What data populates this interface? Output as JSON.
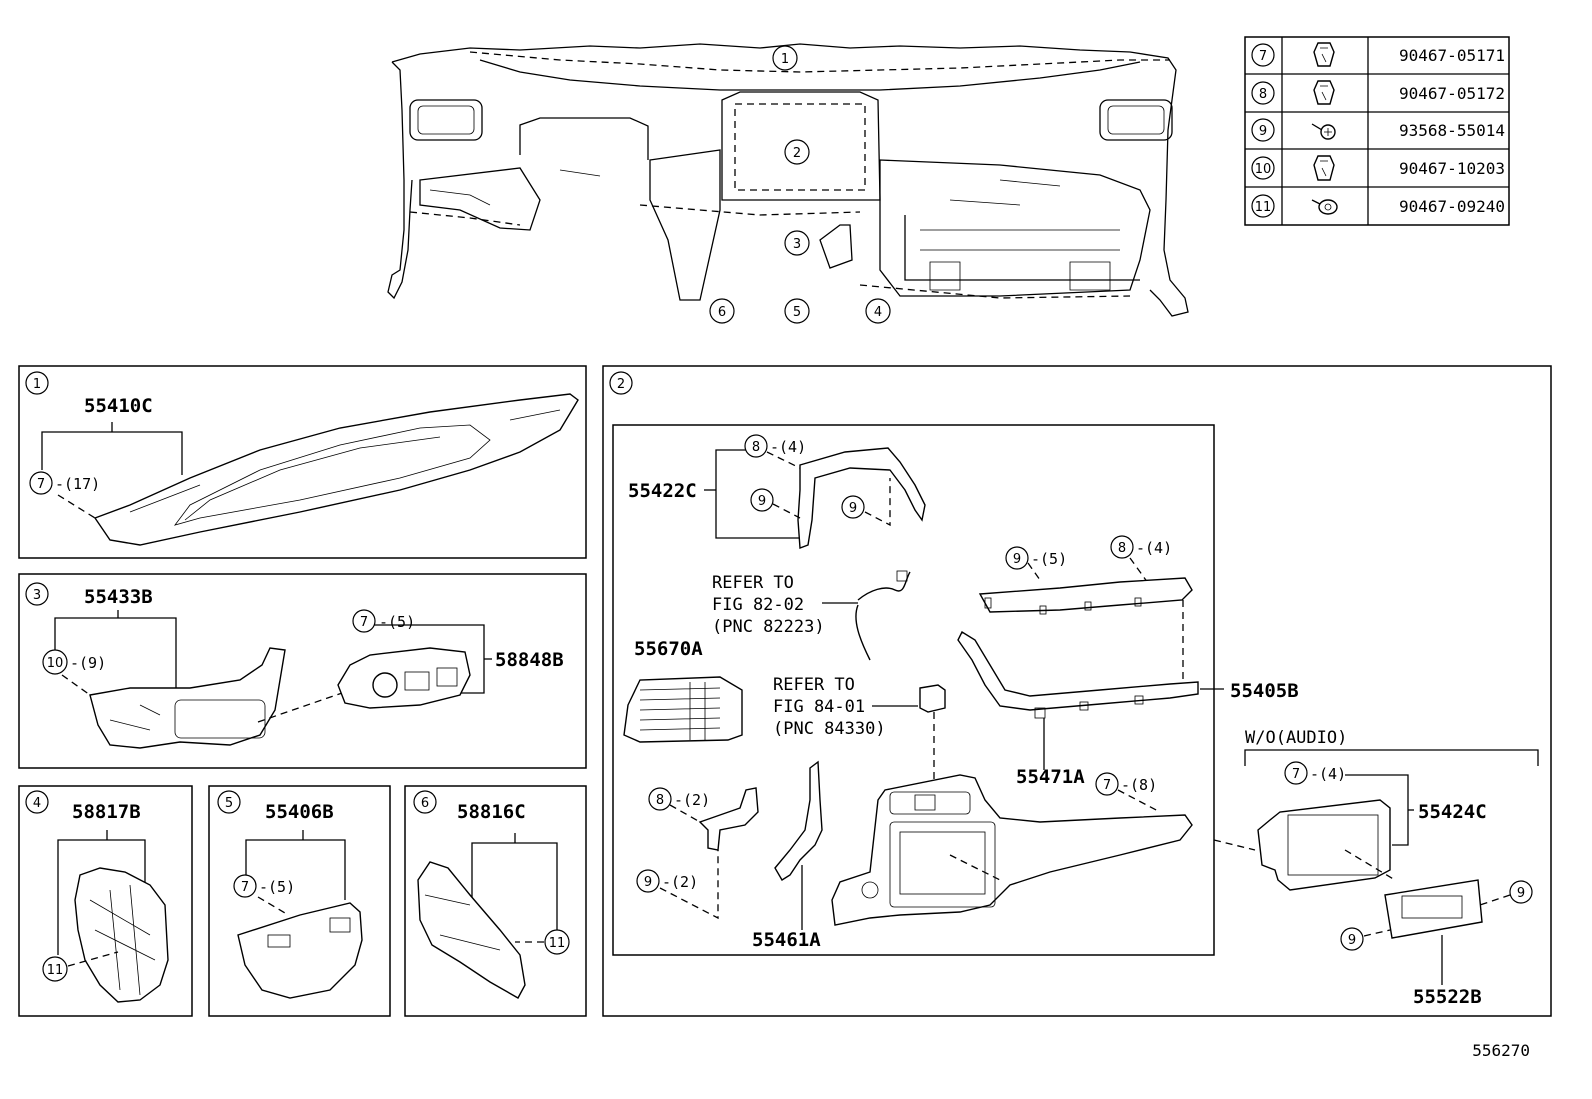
{
  "diagram_id": "556270",
  "overview": {
    "callouts": [
      "1",
      "2",
      "3",
      "4",
      "5",
      "6"
    ]
  },
  "fastener_table": {
    "rows": [
      {
        "ref": "7",
        "part_no": "90467-05171",
        "icon": "clip-icon"
      },
      {
        "ref": "8",
        "part_no": "90467-05172",
        "icon": "clip-icon"
      },
      {
        "ref": "9",
        "part_no": "93568-55014",
        "icon": "screw-icon"
      },
      {
        "ref": "10",
        "part_no": "90467-10203",
        "icon": "clip-icon"
      },
      {
        "ref": "11",
        "part_no": "90467-09240",
        "icon": "push-clip-icon"
      }
    ]
  },
  "panel1": {
    "index": "1",
    "part": "55410C",
    "fastener_ref": "7",
    "fastener_qty": "-(17)"
  },
  "panel3": {
    "index": "3",
    "part_a": "55433B",
    "fastener_a_ref": "10",
    "fastener_a_qty": "-(9)",
    "fastener_b_ref": "7",
    "fastener_b_qty": "-(5)",
    "part_b": "58848B"
  },
  "panel4": {
    "index": "4",
    "part": "58817B",
    "fastener_ref": "11"
  },
  "panel5": {
    "index": "5",
    "part": "55406B",
    "fastener_ref": "7",
    "fastener_qty": "-(5)"
  },
  "panel6": {
    "index": "6",
    "part": "58816C",
    "fastener_ref": "11"
  },
  "panel2": {
    "index": "2",
    "p55422C": "55422C",
    "ref8": "8",
    "qty8a": "-(4)",
    "ref9": "9",
    "refer1_line1": "REFER TO",
    "refer1_line2": "FIG 82-02",
    "refer1_line3": "(PNC 82223)",
    "p55670A": "55670A",
    "refer2_line1": "REFER TO",
    "refer2_line2": "FIG 84-01",
    "refer2_line3": "(PNC 84330)",
    "qty9a": "-(5)",
    "qty8b": "-(4)",
    "p55405B": "55405B",
    "p55471A": "55471A",
    "ref7": "7",
    "qty7a": "-(8)",
    "qty8c": "-(2)",
    "qty9b": "-(2)",
    "p55461A": "55461A",
    "wo_audio": "W/O(AUDIO)",
    "qty7b": "-(4)",
    "p55424C": "55424C",
    "p55522B": "55522B"
  }
}
